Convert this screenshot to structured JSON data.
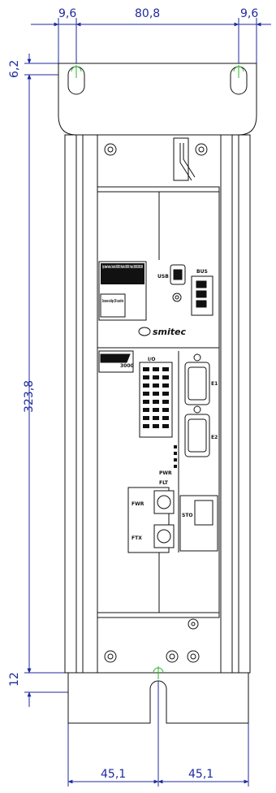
{
  "dimensions": {
    "top_left_width": "9,6",
    "top_mid_width": "80,8",
    "top_right_width": "9,6",
    "hole_offset": "6,2",
    "total_height": "323,8",
    "bottom_offset": "12",
    "bottom_left_half": "45,1",
    "bottom_right_half": "45,1"
  },
  "labels": {
    "brand": "smitec",
    "model_logo": "3000",
    "usb": "USB",
    "bus": "BUS",
    "io": "I/O",
    "e1": "E1",
    "e2": "E2",
    "pwr": "PWR",
    "flt": "FLT",
    "fwr": "FWR",
    "ftx": "FTX",
    "sto": "STO",
    "sticker_text": "Type: Name Produto / Order No: XXXXXXX / Model No: XXXXXXX / Prodsb / XXXXXX.XXXXX.XXXX",
    "qr_text": "Escanee código QR cuestión"
  },
  "colors": {
    "dimension_line": "#1f2a9e",
    "hole_marker": "#2fb52f",
    "outline": "#111111"
  }
}
